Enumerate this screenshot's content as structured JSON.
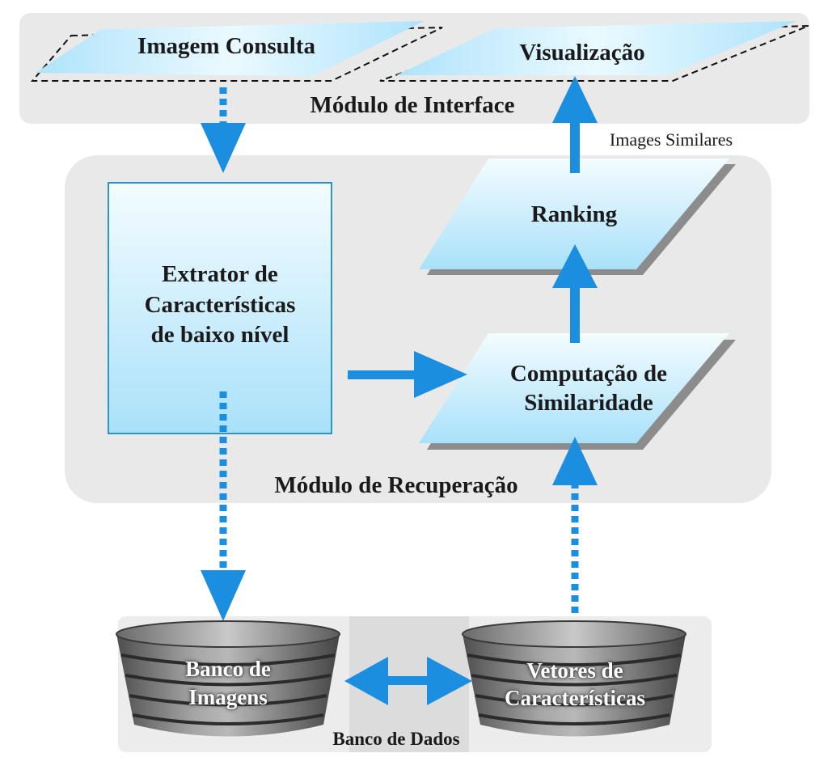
{
  "interface_module": {
    "label": "Módulo de Interface",
    "query_image": "Imagem Consulta",
    "visualization": "Visualização"
  },
  "retrieval_module": {
    "label": "Módulo de Recuperação",
    "extractor": {
      "line1": "Extrator de",
      "line2": "Características",
      "line3": "de baixo nível"
    },
    "similarity": {
      "line1": "Computação de",
      "line2": "Similaridade"
    },
    "ranking": "Ranking",
    "similar_images": "Images Similares"
  },
  "database": {
    "label": "Banco de Dados",
    "image_bank": {
      "line1": "Banco de",
      "line2": "Imagens"
    },
    "feature_vectors": {
      "line1": "Vetores de",
      "line2": "Características"
    }
  },
  "colors": {
    "panel": "#e9e9e9",
    "arrow": "#1b8ee0",
    "box_fill_top": "#ffffff",
    "box_fill_bottom": "#aee3fb",
    "box_border": "#2a95cf",
    "cylinder": "#7d7d7d"
  }
}
